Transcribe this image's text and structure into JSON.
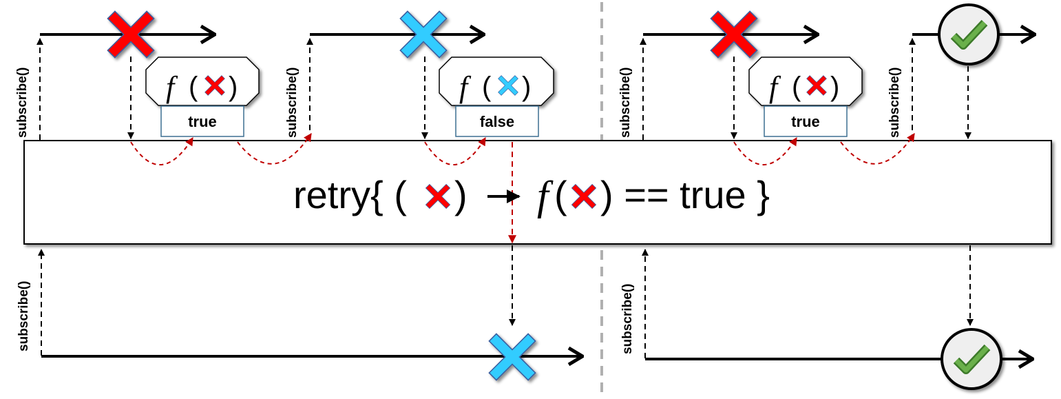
{
  "subscribe_label": "subscribe()",
  "predicate_results": {
    "first": "true",
    "second": "false",
    "third": "true"
  },
  "function_symbol": "f",
  "operator": {
    "retry_prefix": "retry{ (",
    "close_paren": ")",
    "function_symbol": "f",
    "open_paren": "(",
    "suffix": ") == true }"
  },
  "colors": {
    "error_red": "#ff0000",
    "error_blue": "#33ccff",
    "success_green": "#5aa83c",
    "dashed_red": "#c00000",
    "divider_gray": "#b0b0b0"
  },
  "icons": {
    "error": "x-mark-icon",
    "success": "check-circle-icon"
  }
}
